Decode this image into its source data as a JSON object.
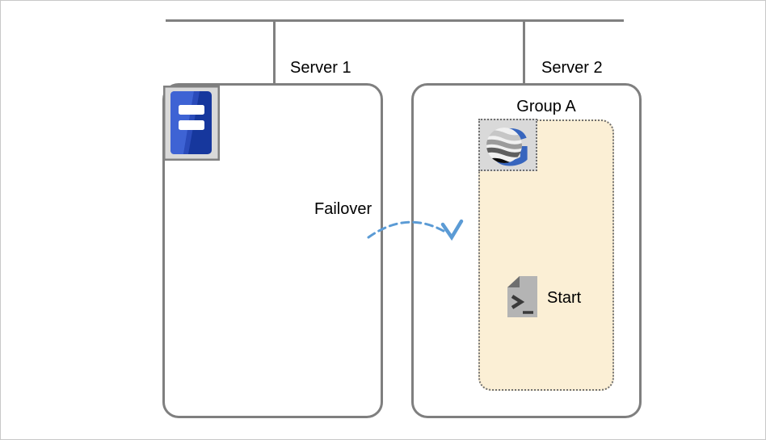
{
  "diagram": {
    "labels": {
      "server1": "Server 1",
      "server2": "Server 2",
      "group": "Group A",
      "failover": "Failover",
      "start": "Start"
    },
    "icons": {
      "server": "server-icon",
      "group": "cluster-group-icon",
      "script": "script-icon",
      "arrow": "failover-arrow"
    },
    "colors": {
      "connector_line": "#808080",
      "box_border": "#7f7f7f",
      "icon_background": "#d9d9d9",
      "group_fill": "#fbefd5",
      "arrow_blue": "#5b9bd5",
      "server_icon_blue_dark": "#16379d",
      "server_icon_blue_light": "#3e63d4",
      "group_g_blue": "#3765be",
      "script_gray": "#b4b4b4",
      "text": "#000000"
    }
  }
}
